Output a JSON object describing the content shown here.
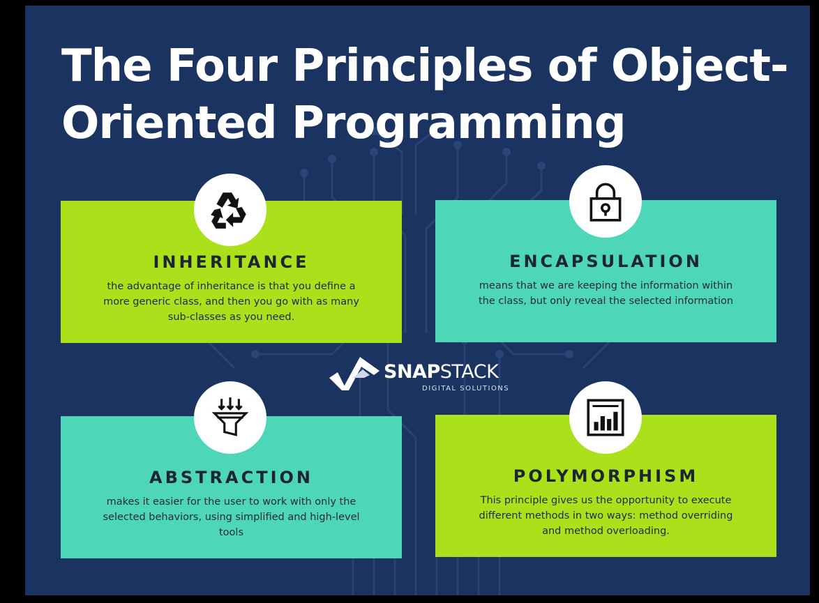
{
  "title": "The Four Principles of Object-Oriented Programming",
  "cards": [
    {
      "title": "INHERITANCE",
      "text": "the advantage of inheritance is that you define a more generic class, and then you go with as many sub-classes as you need.",
      "icon": "recycle-icon",
      "color": "#abe11b"
    },
    {
      "title": "ENCAPSULATION",
      "text": "means that we are keeping the information within the class, but only reveal the selected information",
      "icon": "padlock-icon",
      "color": "#4dd6b8"
    },
    {
      "title": "ABSTRACTION",
      "text": "makes it easier for the user to work with only the selected behaviors, using simplified and high-level tools",
      "icon": "funnel-icon",
      "color": "#4dd6b8"
    },
    {
      "title": "POLYMORPHISM",
      "text": "This principle gives us the opportunity to execute different methods in two ways: method overriding and method overloading.",
      "icon": "bar-chart-icon",
      "color": "#abe11b"
    }
  ],
  "logo": {
    "word_bold": "SNAP",
    "word_light": "STACK",
    "subtitle": "DIGITAL SOLUTIONS"
  },
  "colors": {
    "background": "#1a3360",
    "lime": "#abe11b",
    "teal": "#4dd6b8"
  }
}
